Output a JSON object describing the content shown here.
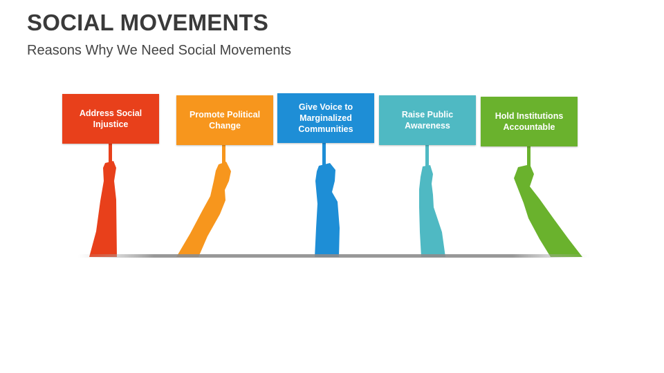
{
  "header": {
    "title": "SOCIAL MOVEMENTS",
    "subtitle": "Reasons Why We Need Social Movements"
  },
  "signs": [
    {
      "label": "Address Social Injustice",
      "color": "#e8401b"
    },
    {
      "label": "Promote Political Change",
      "color": "#f7961d"
    },
    {
      "label": "Give Voice to Marginalized Communities",
      "color": "#1e8ed6"
    },
    {
      "label": "Raise Public Awareness",
      "color": "#4fb9c3"
    },
    {
      "label": "Hold Institutions Accountable",
      "color": "#6ab22d"
    }
  ]
}
